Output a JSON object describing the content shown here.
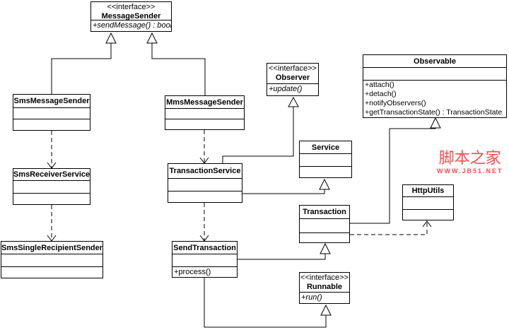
{
  "diagram": {
    "type": "uml-class-diagram",
    "background_color": "#ffffff",
    "line_color": "#000000",
    "classes": {
      "message_sender": {
        "stereotype": "<<interface>>",
        "name": "MessageSender",
        "methods": [
          "+sendMessage() : bool"
        ]
      },
      "sms_message_sender": {
        "name": "SmsMessageSender",
        "methods": []
      },
      "sms_receiver_service": {
        "name": "SmsReceiverService",
        "methods": []
      },
      "sms_single_recipient_sender": {
        "name": "SmsSingleRecipientSender",
        "methods": []
      },
      "mms_message_sender": {
        "name": "MmsMessageSender",
        "methods": []
      },
      "transaction_service": {
        "name": "TransactionService",
        "methods": []
      },
      "send_transaction": {
        "name": "SendTransaction",
        "methods": [
          "+process()"
        ]
      },
      "observer": {
        "stereotype": "<<interface>>",
        "name": "Observer",
        "methods": [
          "+update()"
        ]
      },
      "service": {
        "name": "Service",
        "methods": []
      },
      "transaction": {
        "name": "Transaction",
        "methods": []
      },
      "observable": {
        "name": "Observable",
        "methods": [
          "+attach()",
          "+detach()",
          "+notifyObservers()",
          "+getTransactionState() : TransactionState"
        ]
      },
      "http_utils": {
        "name": "HttpUtils",
        "methods": []
      },
      "runnable": {
        "stereotype": "<<interface>>",
        "name": "Runnable",
        "methods": [
          "+run()"
        ]
      }
    },
    "relationships": [
      {
        "from": "SmsMessageSender",
        "to": "MessageSender",
        "type": "generalization"
      },
      {
        "from": "MmsMessageSender",
        "to": "MessageSender",
        "type": "generalization"
      },
      {
        "from": "SmsMessageSender",
        "to": "SmsReceiverService",
        "type": "dependency"
      },
      {
        "from": "SmsReceiverService",
        "to": "SmsSingleRecipientSender",
        "type": "dependency"
      },
      {
        "from": "MmsMessageSender",
        "to": "TransactionService",
        "type": "dependency"
      },
      {
        "from": "TransactionService",
        "to": "SendTransaction",
        "type": "dependency"
      },
      {
        "from": "TransactionService",
        "to": "Observer",
        "type": "generalization"
      },
      {
        "from": "TransactionService",
        "to": "Service",
        "type": "generalization"
      },
      {
        "from": "SendTransaction",
        "to": "Transaction",
        "type": "generalization"
      },
      {
        "from": "SendTransaction",
        "to": "Runnable",
        "type": "generalization"
      },
      {
        "from": "Transaction",
        "to": "Observable",
        "type": "generalization"
      },
      {
        "from": "Transaction",
        "to": "HttpUtils",
        "type": "dependency"
      }
    ],
    "watermark": {
      "title": "脚本之家",
      "url": "WWW.JB51.NET",
      "color": "#fa4b4b"
    }
  }
}
